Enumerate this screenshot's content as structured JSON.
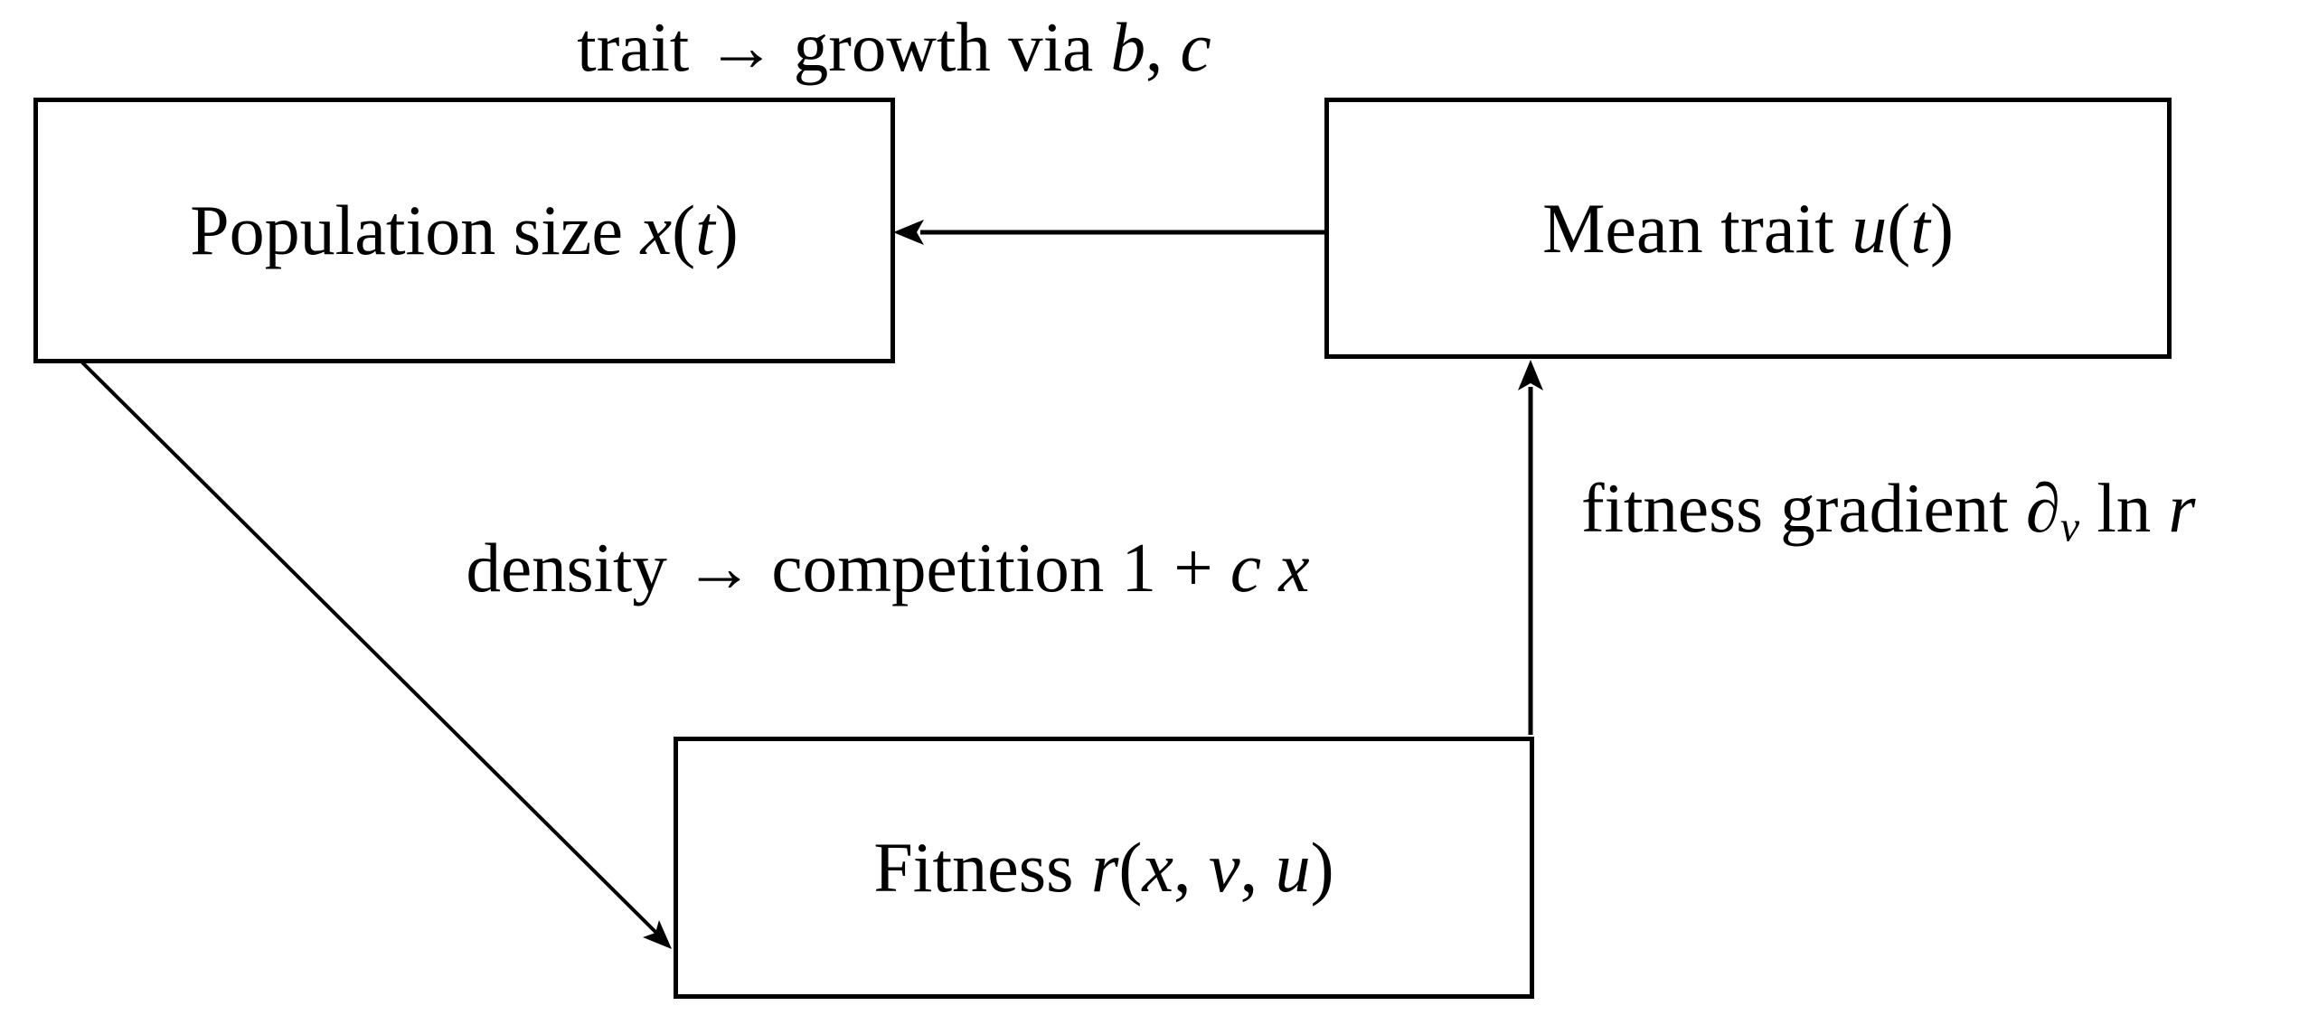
{
  "canvas": {
    "background": "#ffffff",
    "ink": "#000000"
  },
  "nodes": {
    "population": {
      "name": "Population size x(t)",
      "segments": [
        {
          "t": "Population size ",
          "s": "rm"
        },
        {
          "t": "x",
          "s": "it"
        },
        {
          "t": "(",
          "s": "rm"
        },
        {
          "t": "t",
          "s": "it"
        },
        {
          "t": ")",
          "s": "rm"
        }
      ]
    },
    "mean_trait": {
      "name": "Mean trait u(t)",
      "segments": [
        {
          "t": "Mean trait ",
          "s": "rm"
        },
        {
          "t": "u",
          "s": "it"
        },
        {
          "t": "(",
          "s": "rm"
        },
        {
          "t": "t",
          "s": "it"
        },
        {
          "t": ")",
          "s": "rm"
        }
      ]
    },
    "fitness": {
      "name": "Fitness r(x, v, u)",
      "segments": [
        {
          "t": "Fitness ",
          "s": "rm"
        },
        {
          "t": "r",
          "s": "it"
        },
        {
          "t": "(",
          "s": "rm"
        },
        {
          "t": "x",
          "s": "it"
        },
        {
          "t": ", ",
          "s": "rm"
        },
        {
          "t": "v",
          "s": "it"
        },
        {
          "t": ", ",
          "s": "rm"
        },
        {
          "t": "u",
          "s": "it"
        },
        {
          "t": ")",
          "s": "rm"
        }
      ]
    }
  },
  "edge_labels": {
    "trait_growth": {
      "name": "trait → growth via b, c",
      "segments": [
        {
          "t": "trait → growth via ",
          "s": "rm"
        },
        {
          "t": "b",
          "s": "it"
        },
        {
          "t": ", ",
          "s": "rm"
        },
        {
          "t": "c",
          "s": "it"
        }
      ]
    },
    "density_competition": {
      "name": "density → competition 1 + c x",
      "segments": [
        {
          "t": "density → competition 1 + ",
          "s": "rm"
        },
        {
          "t": "c x",
          "s": "it"
        }
      ]
    },
    "fitness_gradient": {
      "name": "fitness gradient ∂v ln r",
      "segments": [
        {
          "t": "fitness gradient ",
          "s": "rm"
        },
        {
          "t": "∂",
          "s": "it"
        },
        {
          "t": "v",
          "s": "sub"
        },
        {
          "t": " ln ",
          "s": "rm"
        },
        {
          "t": "r",
          "s": "it"
        }
      ]
    }
  },
  "edges": [
    {
      "id": "mean-trait-to-population",
      "direction": "right-to-left",
      "label_ref": "trait_growth"
    },
    {
      "id": "population-to-fitness",
      "direction": "down-right-diagonal",
      "label_ref": "density_competition"
    },
    {
      "id": "fitness-to-mean-trait",
      "direction": "up",
      "label_ref": "fitness_gradient"
    }
  ]
}
